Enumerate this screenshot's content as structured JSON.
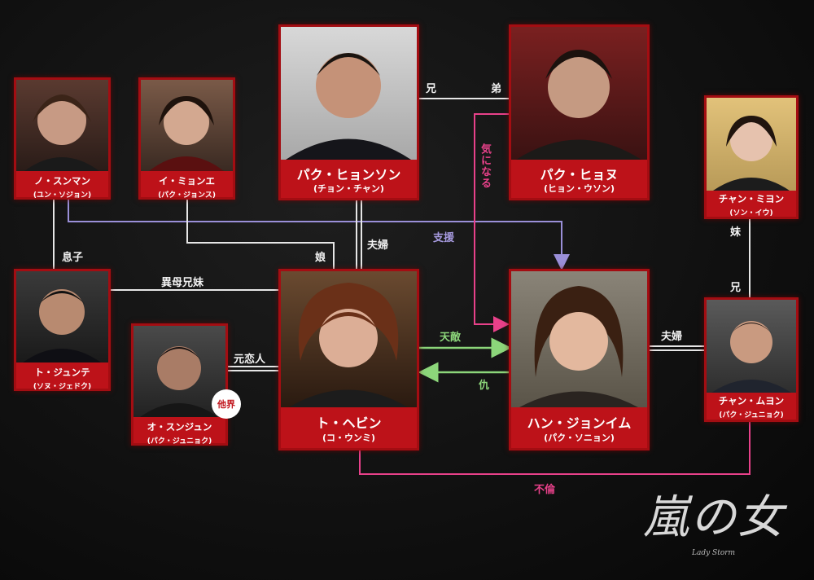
{
  "characters": {
    "no_sunman": {
      "name": "ノ・スンマン",
      "actor": "(ユン・ソジョン)"
    },
    "lee_myeonge": {
      "name": "イ・ミョンエ",
      "actor": "(パク・ジョンス)"
    },
    "park_hyeonson": {
      "name": "パク・ヒョンソン",
      "actor": "(チョン・チャン)"
    },
    "park_hyonu": {
      "name": "パク・ヒョヌ",
      "actor": "(ヒョン・ウソン)"
    },
    "chang_miyon": {
      "name": "チャン・ミヨン",
      "actor": "(ソン・イウ)"
    },
    "do_junte": {
      "name": "ト・ジュンテ",
      "actor": "(ソヌ・ジェドク)"
    },
    "oh_sunjun": {
      "name": "オ・スンジュン",
      "actor": "(パク・ジュニョク)"
    },
    "do_hebin": {
      "name": "ト・ヘビン",
      "actor": "(コ・ウンミ)"
    },
    "han_jonim": {
      "name": "ハン・ジョンイム",
      "actor": "(パク・ソニョン)"
    },
    "chang_muyon": {
      "name": "チャン・ムヨン",
      "actor": "(パク・ジュニョク)"
    }
  },
  "relations": {
    "brother_older": "兄",
    "brother_younger": "弟",
    "kininaru": "気になる",
    "son": "息子",
    "half_siblings": "異母兄妹",
    "daughter": "娘",
    "couple_top": "夫婦",
    "support": "支援",
    "nemesis": "天敵",
    "revenge": "仇",
    "couple_right": "夫婦",
    "ex_lover": "元恋人",
    "sister": "妹",
    "brother": "兄",
    "affair": "不倫",
    "deceased": "他界"
  },
  "logo": {
    "title": "嵐の女",
    "subtitle": "Lady Storm"
  },
  "colors": {
    "card_red": "#bd1219",
    "line_white": "#e6e6e6",
    "line_pink": "#e8418a",
    "line_purple": "#9a8fd8",
    "line_green": "#8cd67a"
  }
}
